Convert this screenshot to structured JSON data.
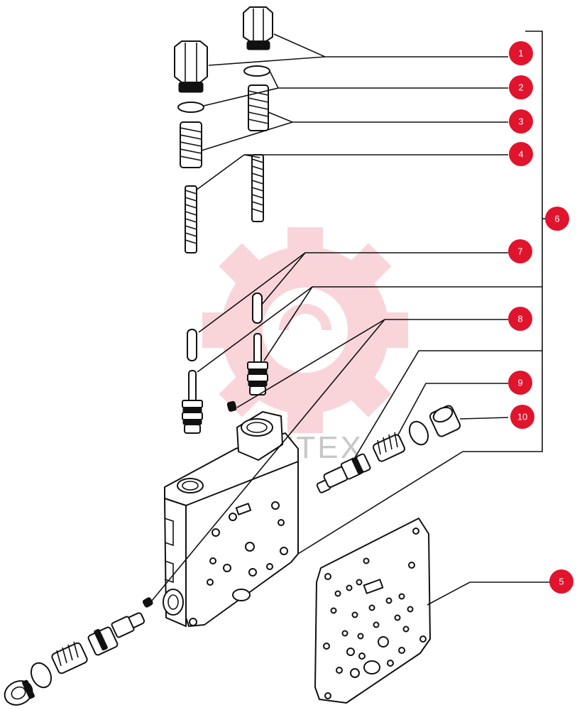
{
  "diagram": {
    "watermark_text": "ИНТЕХ",
    "callouts": [
      {
        "id": "1",
        "label": "1"
      },
      {
        "id": "2",
        "label": "2"
      },
      {
        "id": "3",
        "label": "3"
      },
      {
        "id": "4",
        "label": "4"
      },
      {
        "id": "5",
        "label": "5"
      },
      {
        "id": "6",
        "label": "6"
      },
      {
        "id": "7",
        "label": "7"
      },
      {
        "id": "8",
        "label": "8"
      },
      {
        "id": "9",
        "label": "9"
      },
      {
        "id": "10",
        "label": "10"
      }
    ],
    "colors": {
      "badge": "#e0142c",
      "badge_text": "#ffffff",
      "line_art": "#111111",
      "watermark": "#e8435a"
    }
  }
}
